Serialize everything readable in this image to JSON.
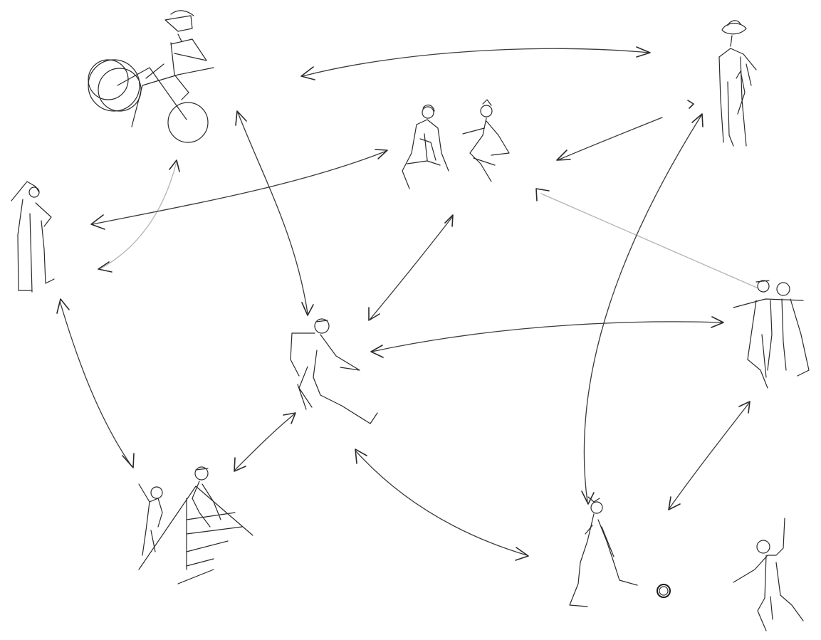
{
  "figures": [
    {
      "id": "cyclist",
      "description_icon": "cyclist-icon"
    },
    {
      "id": "child-sitting",
      "description_icon": "sitting-child-icon"
    },
    {
      "id": "child-crouching",
      "description_icon": "crouching-child-icon"
    },
    {
      "id": "adult-top-right",
      "description_icon": "standing-adult-icon"
    },
    {
      "id": "adult-left",
      "description_icon": "standing-adult-icon"
    },
    {
      "id": "runner-center",
      "description_icon": "running-child-icon"
    },
    {
      "id": "pair-right",
      "description_icon": "walking-pair-icon"
    },
    {
      "id": "slide-pair",
      "description_icon": "children-on-slide-icon"
    },
    {
      "id": "ball-kicker",
      "description_icon": "kicking-child-icon"
    },
    {
      "id": "ball",
      "description_icon": "ball-icon"
    },
    {
      "id": "waving-child",
      "description_icon": "waving-child-icon"
    }
  ],
  "arrows": [
    {
      "id": "cyclist-adult-top-right",
      "style": "double-headed"
    },
    {
      "id": "cyclist-runner",
      "style": "double-headed"
    },
    {
      "id": "cyclist-adult-left",
      "style": "double-headed"
    },
    {
      "id": "sitting-pair-adult-left",
      "style": "double-headed"
    },
    {
      "id": "adult-top-right-sitting-pair",
      "style": "single-headed"
    },
    {
      "id": "sitting-pair-runner",
      "style": "double-headed"
    },
    {
      "id": "pair-right-sitting-pair",
      "style": "single-headed-faint"
    },
    {
      "id": "adult-top-right-ball-kicker",
      "style": "double-headed"
    },
    {
      "id": "runner-pair-right",
      "style": "double-headed"
    },
    {
      "id": "adult-left-slide-pair",
      "style": "double-headed"
    },
    {
      "id": "slide-pair-runner",
      "style": "double-headed"
    },
    {
      "id": "runner-ball-kicker",
      "style": "double-headed"
    },
    {
      "id": "pair-right-ball-kicker",
      "style": "double-headed"
    }
  ],
  "colors": {
    "ink": "#1a1a1a",
    "arrow": "#3a3a3a",
    "faint": "#b4b4b4",
    "background": "#ffffff"
  }
}
